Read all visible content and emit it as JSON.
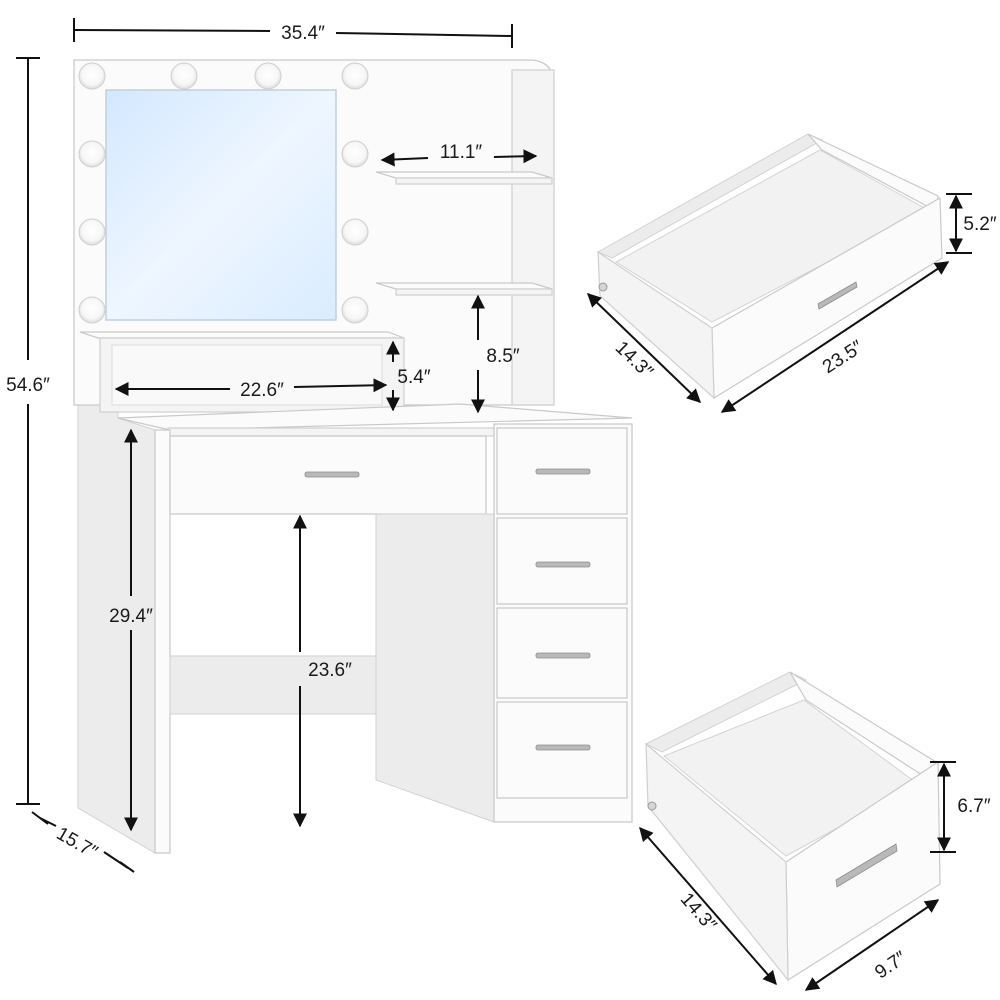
{
  "product": {
    "name": "vanity-desk-with-lighted-mirror",
    "bulb_count": 10,
    "main_drawer_count": 1,
    "side_drawer_count": 4
  },
  "dimensions": {
    "overall_width": "35.4″",
    "overall_height": "54.6″",
    "depth": "15.7″",
    "shelf_width": "11.1″",
    "shelf_gap": "8.5″",
    "cubby_width": "22.6″",
    "cubby_height": "5.4″",
    "desk_height": "29.4″",
    "knee_clearance": "23.6″"
  },
  "large_drawer": {
    "height": "5.2″",
    "depth": "14.3″",
    "width": "23.5″"
  },
  "small_drawer": {
    "height": "6.7″",
    "depth": "14.3″",
    "width": "9.7″"
  },
  "colors": {
    "furniture": "#fbfbfb",
    "mirror_glow": "#d9ecff",
    "bulb": "#ffffff",
    "dimension_lines": "#111111"
  }
}
